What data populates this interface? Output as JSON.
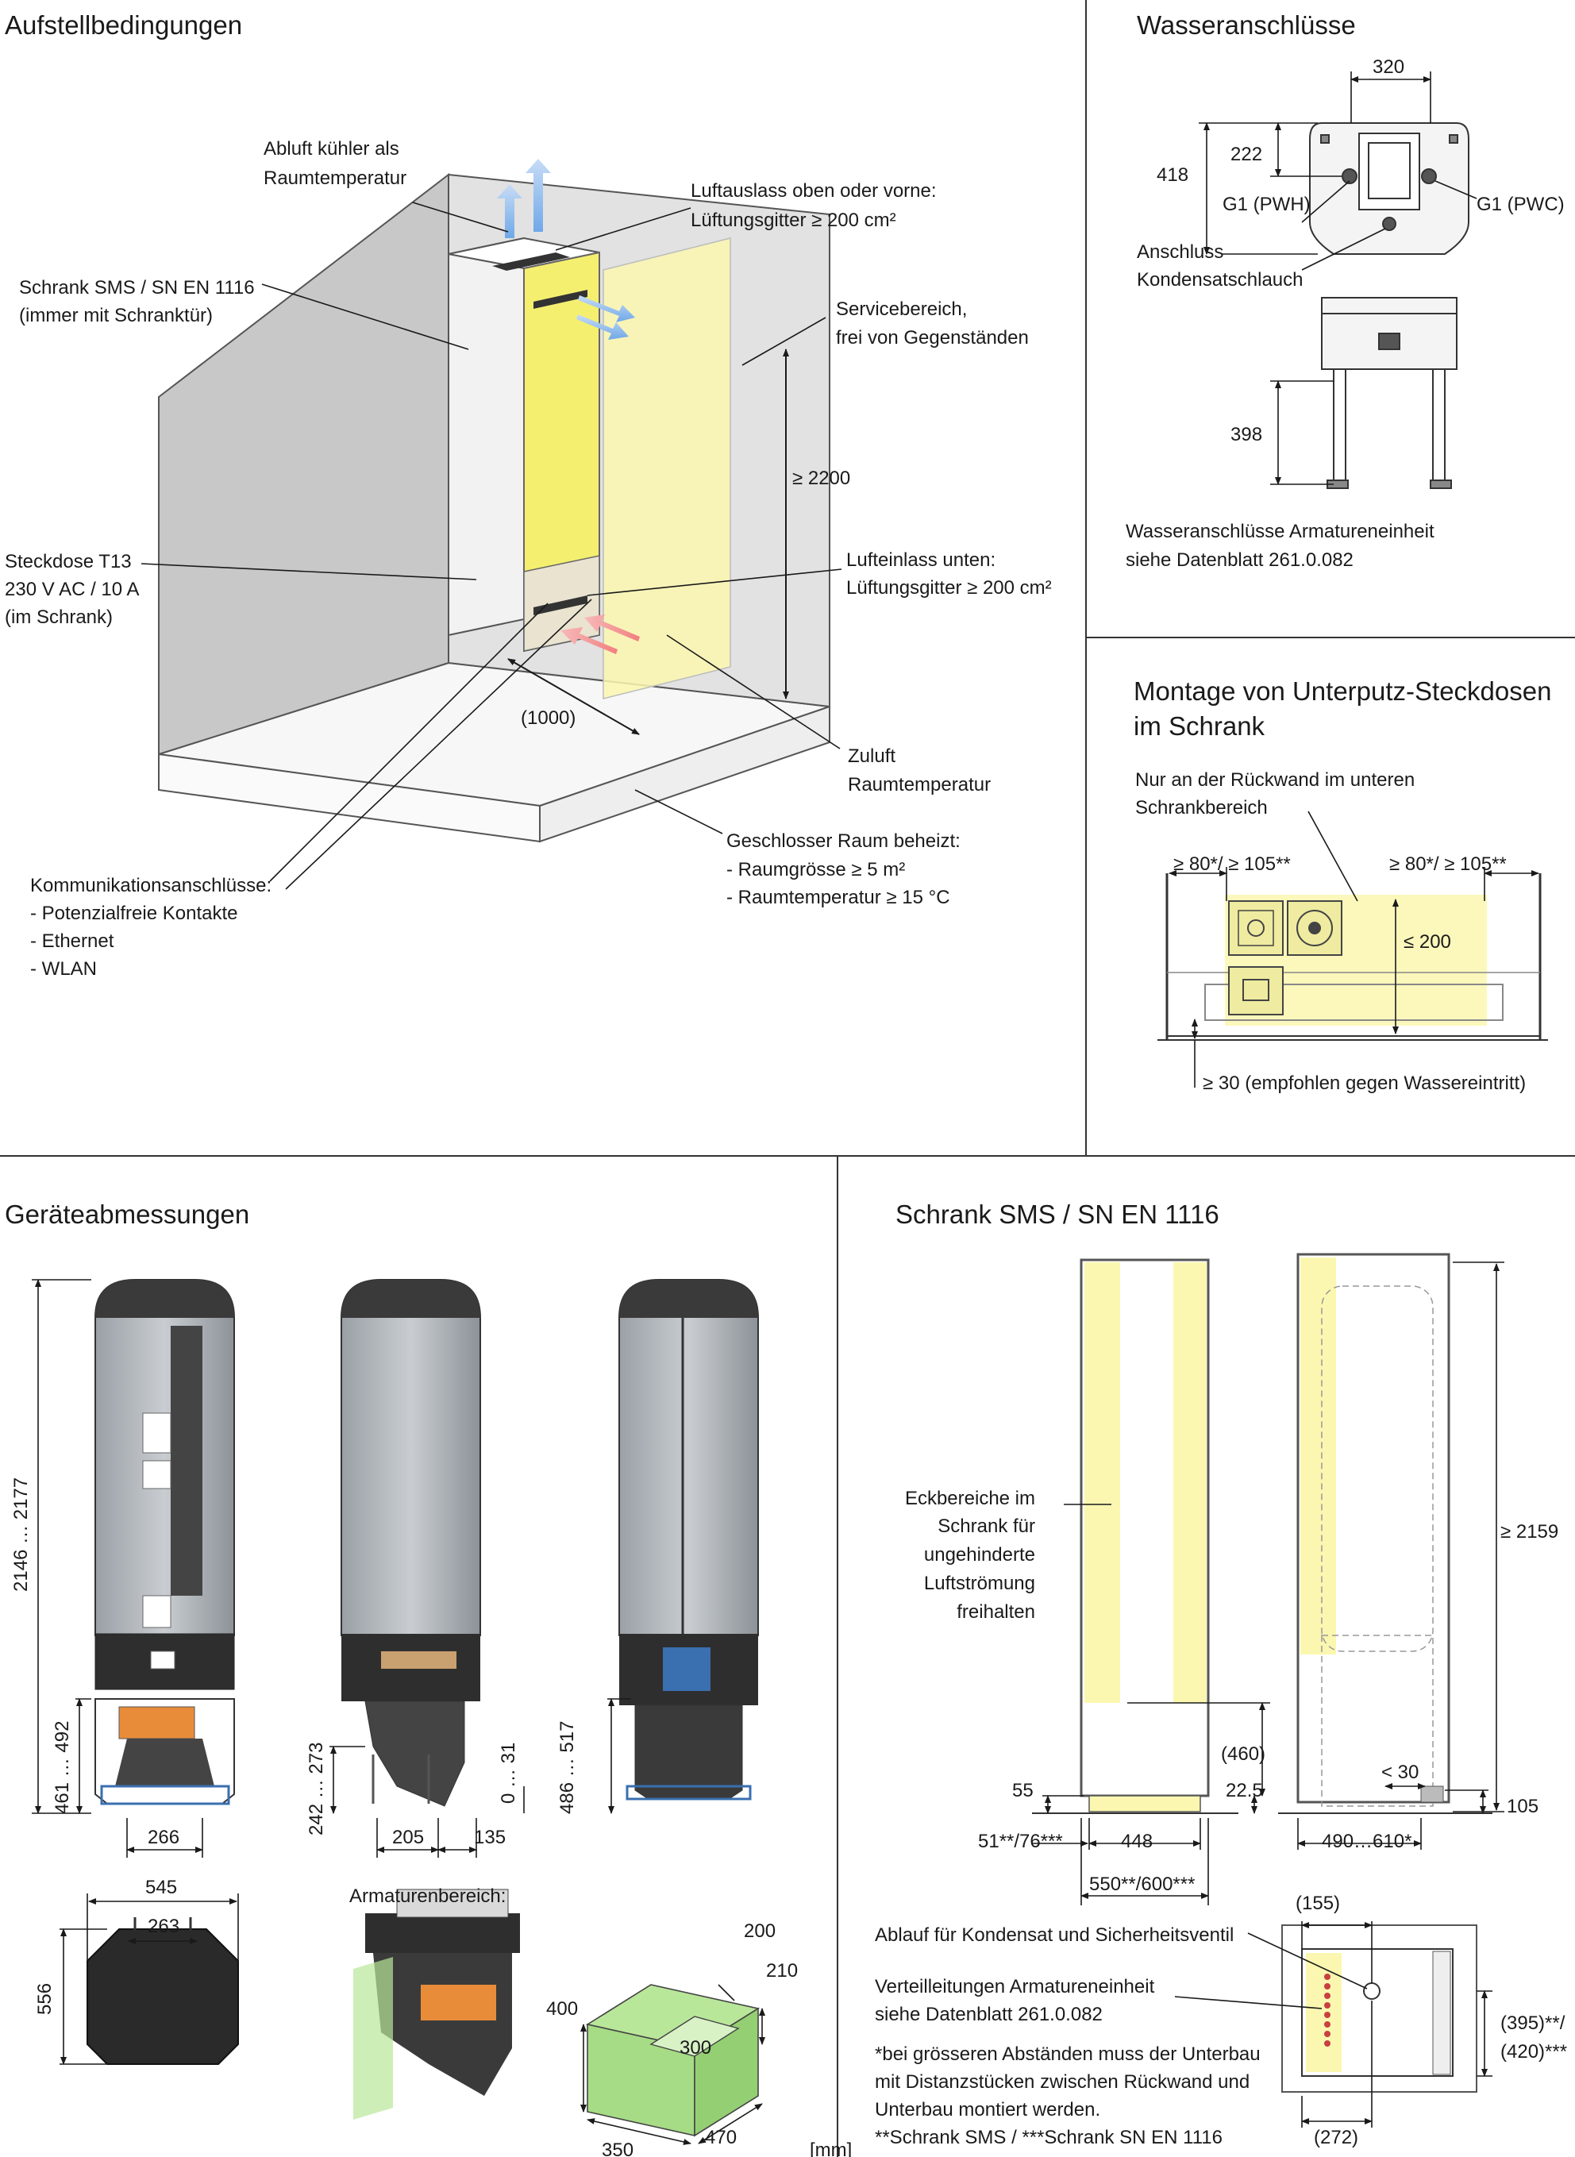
{
  "sections": {
    "aufstell": "Aufstellbedingungen",
    "wasser": "Wasseranschlüsse",
    "montage_1": "Montage von Unterputz-Steckdosen",
    "montage_2": "im Schrank",
    "geraete": "Geräteabmessungen",
    "schrank": "Schrank SMS / SN EN 1116"
  },
  "aufstell": {
    "abluft_1": "Abluft kühler als",
    "abluft_2": "Raumtemperatur",
    "luftauslass_1": "Luftauslass oben oder vorne:",
    "luftauslass_2": "Lüftungsgitter ≥ 200 cm²",
    "schrank_1": "Schrank SMS / SN EN 1116",
    "schrank_2": "(immer mit Schranktür)",
    "service_1": "Servicebereich,",
    "service_2": "frei von Gegenständen",
    "hoehe": "≥ 2200",
    "steckdose_1": "Steckdose T13",
    "steckdose_2": "230 V AC / 10 A",
    "steckdose_3": "(im Schrank)",
    "lufteinlass_1": "Lufteinlass unten:",
    "lufteinlass_2": "Lüftungsgitter ≥ 200 cm²",
    "abstand": "(1000)",
    "zuluft_1": "Zuluft",
    "zuluft_2": "Raumtemperatur",
    "raum_1": "Geschlosser Raum beheizt:",
    "raum_2": "- Raumgrösse ≥ 5 m²",
    "raum_3": "- Raumtemperatur ≥ 15 °C",
    "komm_1": "Kommunikationsanschlüsse:",
    "komm_2": "- Potenzialfreie Kontakte",
    "komm_3": "- Ethernet",
    "komm_4": "- WLAN"
  },
  "wasser": {
    "d320": "320",
    "d222": "222",
    "d418": "418",
    "pwh": "G1 (PWH)",
    "pwc": "G1 (PWC)",
    "kond_1": "Anschluss",
    "kond_2": "Kondensatschlauch",
    "d398": "398",
    "note_1": "Wasseranschlüsse Armatureneinheit",
    "note_2": "siehe Datenblatt 261.0.082"
  },
  "montage": {
    "hint_1": "Nur an der Rückwand im unteren",
    "hint_2": "Schrankbereich",
    "left": "≥ 80*/ ≥ 105**",
    "right": "≥ 80*/ ≥ 105**",
    "h200": "≤ 200",
    "bottom": "≥ 30  (empfohlen gegen Wassereintritt)"
  },
  "geraete": {
    "h_total": "2146 … 2177",
    "h_feet": "461 … 492",
    "w266": "266",
    "h242": "242 … 273",
    "w205": "205",
    "w135": "135",
    "h031": "0 … 31",
    "h486": "486 … 517",
    "w545": "545",
    "w263": "263",
    "h556": "556",
    "arm_title": "Armaturenbereich:",
    "b200": "200",
    "b210": "210",
    "b400": "400",
    "b300": "300",
    "b350": "350",
    "b470": "470",
    "unit": "[mm]"
  },
  "schrank": {
    "eck_1": "Eckbereiche im",
    "eck_2": "Schrank für",
    "eck_3": "ungehinderte",
    "eck_4": "Luftströmung",
    "eck_5": "freihalten",
    "h2159": "≥ 2159",
    "h460": "(460)",
    "d225": "22.5",
    "d55": "55",
    "d30": "< 30",
    "d105": "105",
    "d51": "51**/76***",
    "d448": "448",
    "d490": "490…610*",
    "d550": "550**/600***",
    "ablauf": "Ablauf für Kondensat und Sicherheitsventil",
    "vert_1": "Verteilleitungen Armatureneinheit",
    "vert_2": "siehe Datenblatt 261.0.082",
    "note_1": "*bei grösseren Abständen muss der Unterbau",
    "note_2": "mit Distanzstücken zwischen Rückwand und",
    "note_3": "Unterbau montiert werden.",
    "note_4": "**Schrank SMS / ***Schrank SN EN 1116",
    "d155": "(155)",
    "d395_1": "(395)**/",
    "d395_2": "(420)***",
    "d272": "(272)"
  }
}
